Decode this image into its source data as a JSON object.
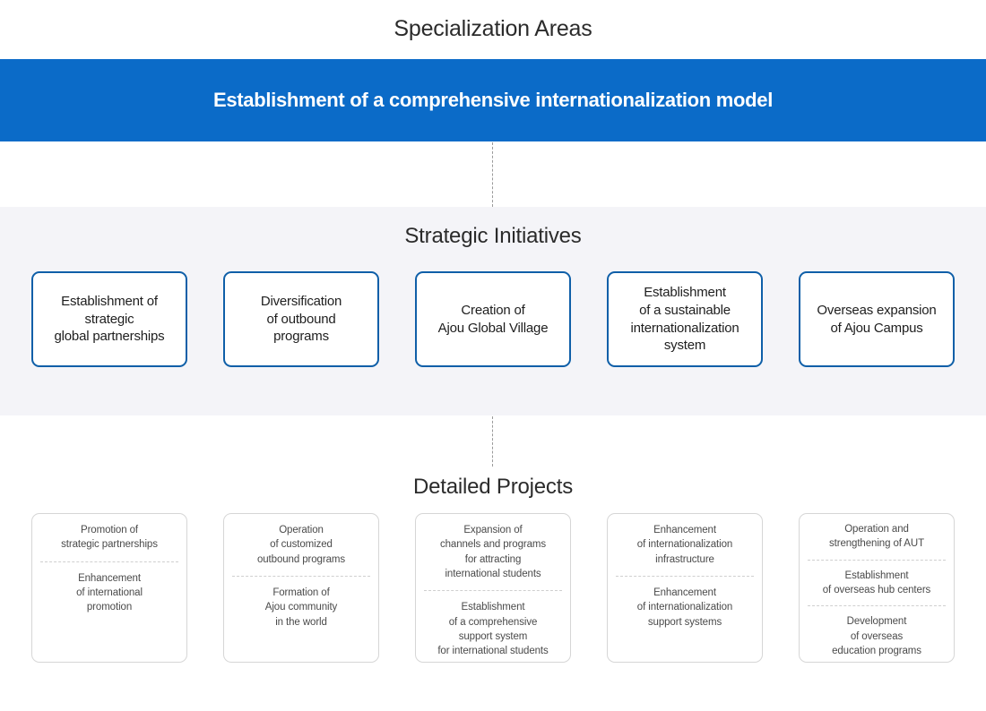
{
  "colors": {
    "banner_blue": "#0b6bc8",
    "strategy_border": "#0f5fa8",
    "band_background": "#f4f4f8",
    "detail_border": "#d6d6d6",
    "divider_dashed": "#cfcfcf"
  },
  "specialization": {
    "section_title": "Specialization Areas",
    "banner_text": "Establishment of a comprehensive internationalization model"
  },
  "strategic_initiatives": {
    "section_title": "Strategic Initiatives",
    "items": [
      {
        "label": "Establishment of\nstrategic\nglobal partnerships"
      },
      {
        "label": "Diversification\nof outbound\nprograms"
      },
      {
        "label": "Creation of\nAjou Global Village"
      },
      {
        "label": "Establishment\nof a sustainable\ninternationalization\nsystem"
      },
      {
        "label": "Overseas expansion\nof Ajou Campus"
      }
    ]
  },
  "detailed_projects": {
    "section_title": "Detailed Projects",
    "columns": [
      {
        "items": [
          "Promotion of\nstrategic partnerships",
          "Enhancement\nof international\npromotion"
        ]
      },
      {
        "items": [
          "Operation\nof customized\noutbound programs",
          "Formation of\nAjou community\nin the world"
        ]
      },
      {
        "items": [
          "Expansion of\nchannels and programs\nfor attracting\ninternational students",
          "Establishment\nof a comprehensive\nsupport system\nfor international students"
        ]
      },
      {
        "items": [
          "Enhancement\nof internationalization\ninfrastructure",
          "Enhancement\nof internationalization\nsupport systems"
        ]
      },
      {
        "items": [
          "Operation and\nstrengthening of AUT",
          "Establishment\nof overseas hub centers",
          "Development\nof overseas\neducation programs"
        ]
      }
    ]
  }
}
